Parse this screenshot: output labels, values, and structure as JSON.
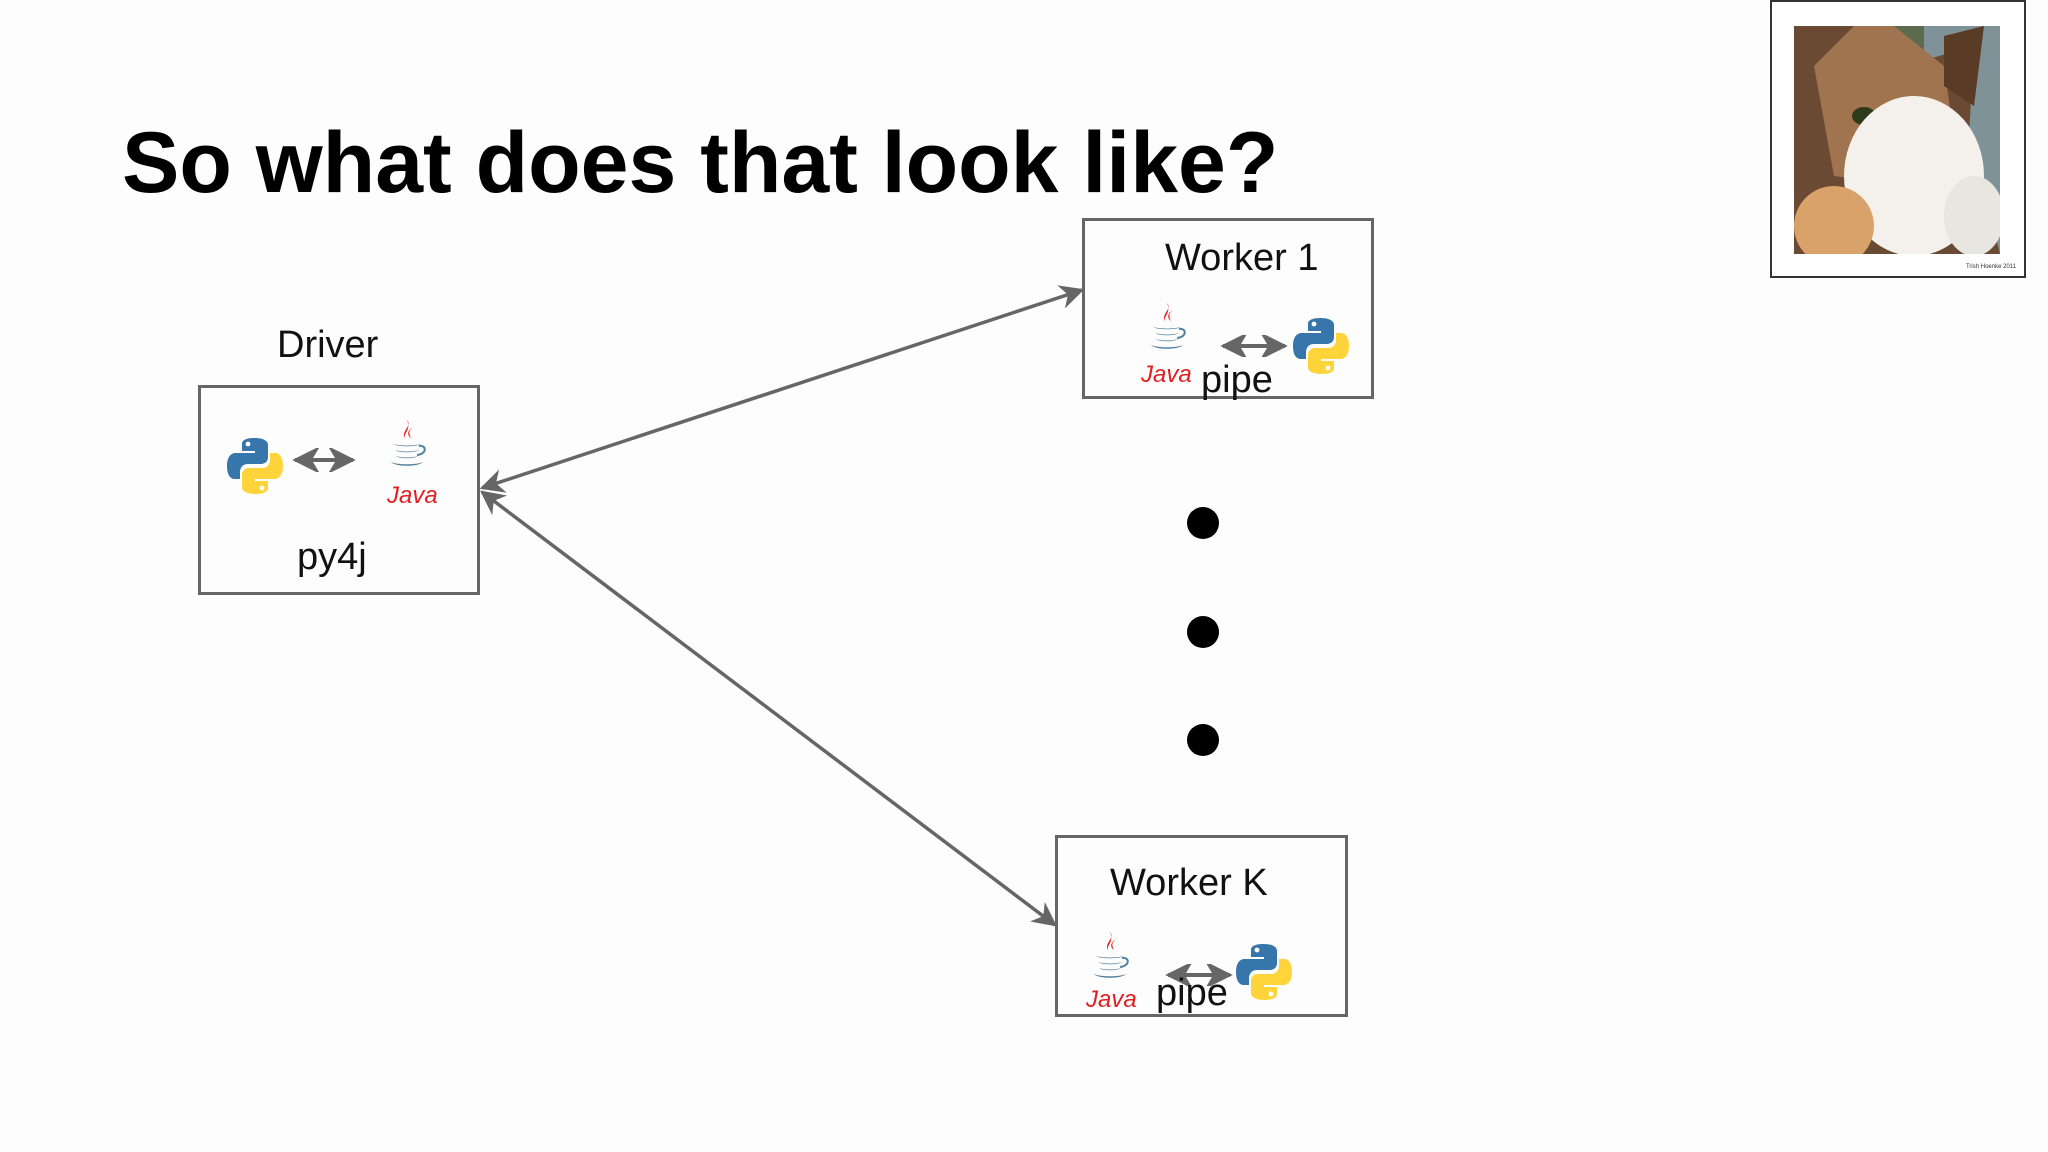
{
  "slide": {
    "title": "So what does that look like?"
  },
  "driver": {
    "label": "Driver",
    "bridge_label": "py4j"
  },
  "workers": [
    {
      "label": "Worker 1",
      "pipe_label": "pipe"
    },
    {
      "label": "Worker K",
      "pipe_label": "pipe"
    }
  ],
  "icons": {
    "python": "python-logo-icon",
    "java": "java-logo-icon",
    "java_text": "Java"
  },
  "colors": {
    "box_border": "#666666",
    "arrow": "#666666",
    "java_red": "#e11f21",
    "java_blue": "#5382a1",
    "python_blue": "#3776ab",
    "python_yellow": "#ffd43b"
  },
  "photo": {
    "caption": "Trish Hoenke 2011"
  }
}
